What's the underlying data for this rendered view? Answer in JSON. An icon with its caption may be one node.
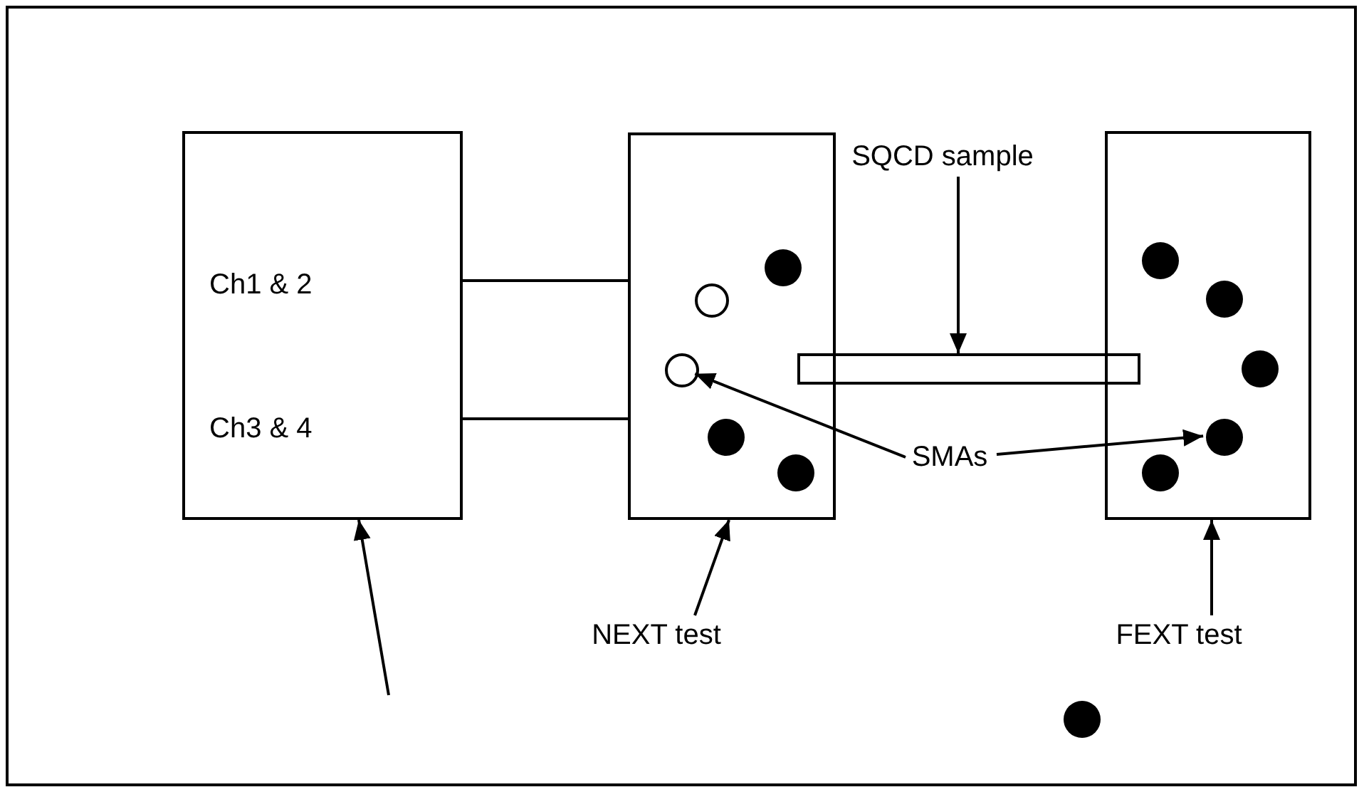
{
  "diagram": {
    "nodes": [
      {
        "text": [
          "Ch1 & 2",
          "Ch3 & 4"
        ]
      },
      {
        "text": [],
        "shape": "box"
      },
      {
        "text": [],
        "shape": "circle",
        "in": 1
      },
      {
        "text": [],
        "shape": "circle",
        "in": 1
      },
      {
        "text": [],
        "shape": "circle",
        "in": 1
      },
      {
        "text": [],
        "shape": "circle",
        "in": 1
      },
      {
        "text": [],
        "shape": "circle",
        "in": 1
      },
      {
        "text": [
          "SQCD sample"
        ]
      },
      {
        "text": [],
        "shape": "bar"
      },
      {
        "text": [],
        "shape": "box"
      },
      {
        "text": [],
        "shape": "circle",
        "in": 9
      },
      {
        "text": [],
        "shape": "circle",
        "in": 9
      },
      {
        "text": [],
        "shape": "circle",
        "in": 9
      },
      {
        "text": [],
        "shape": "circle",
        "in": 9
      },
      {
        "text": [],
        "shape": "circle",
        "in": 9
      },
      {
        "text": [
          "SMAs"
        ]
      },
      {
        "text": [
          "NEXT test"
        ]
      },
      {
        "text": [
          "FEXT test"
        ]
      },
      {
        "text": [],
        "shape": "circle"
      }
    ],
    "edges": [
      {
        "from": 0,
        "to": 1,
        "arrow": "none"
      },
      {
        "from": 0,
        "to": 1,
        "arrow": "none"
      },
      {
        "from": 7,
        "to": 8,
        "arrow": "to"
      },
      {
        "from": 15,
        "to": 4,
        "arrow": "to"
      },
      {
        "from": 15,
        "to": 13,
        "arrow": "to"
      },
      {
        "from": 16,
        "to": 1,
        "arrow": "to"
      },
      {
        "from": 17,
        "to": 9,
        "arrow": "to"
      },
      {
        "from": null,
        "to": 0,
        "arrow": "to"
      }
    ]
  }
}
